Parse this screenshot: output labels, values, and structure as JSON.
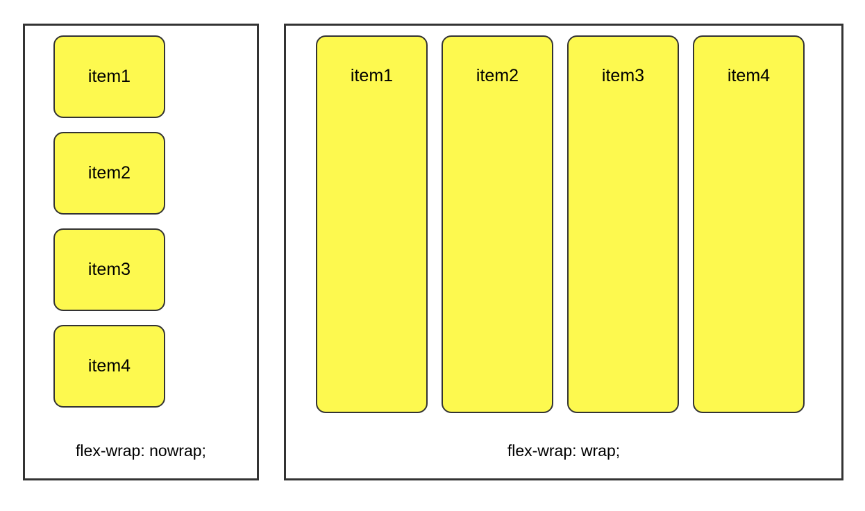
{
  "page": {
    "background_color": "#ffffff",
    "item_fill_color": "#fdf94f",
    "item_border_color": "#333333",
    "panel_border_color": "#333333",
    "text_color": "#000000"
  },
  "panels": [
    {
      "id": "nowrap",
      "caption": "flex-wrap: nowrap;",
      "items": [
        {
          "label": "item1"
        },
        {
          "label": "item2"
        },
        {
          "label": "item3"
        },
        {
          "label": "item4"
        }
      ]
    },
    {
      "id": "wrap",
      "caption": "flex-wrap: wrap;",
      "items": [
        {
          "label": "item1"
        },
        {
          "label": "item2"
        },
        {
          "label": "item3"
        },
        {
          "label": "item4"
        }
      ]
    }
  ]
}
